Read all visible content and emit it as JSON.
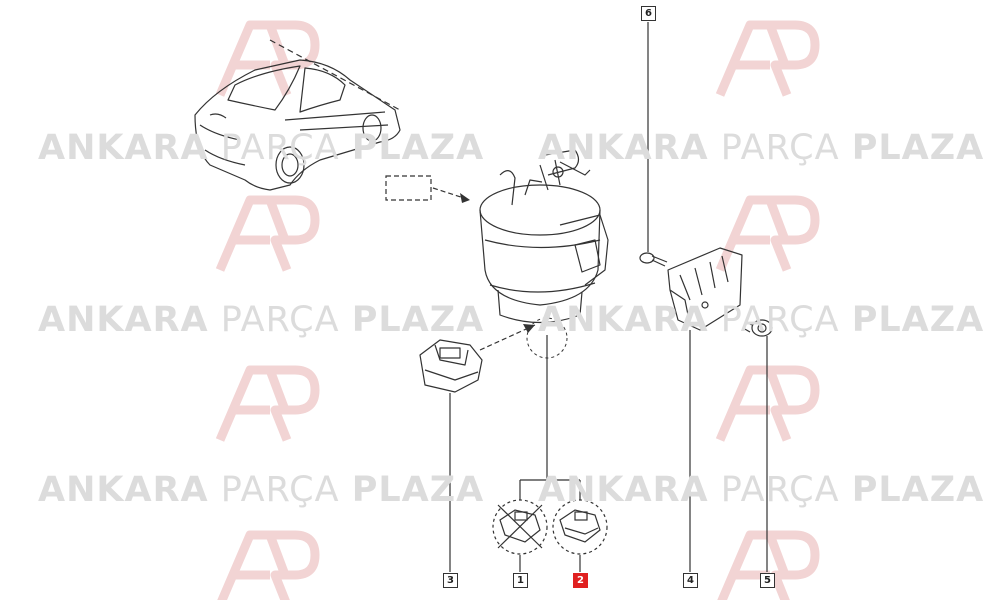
{
  "watermark": {
    "word1": "ANKARA",
    "word2": "PARÇA",
    "word3": "PLAZA",
    "logo_letters": "AP",
    "color": "#dcdcdc",
    "logo_color": "#f2d4d4"
  },
  "callouts": [
    {
      "id": "6",
      "label": "6",
      "highlighted": false
    },
    {
      "id": "3",
      "label": "3",
      "highlighted": false
    },
    {
      "id": "1",
      "label": "1",
      "highlighted": false
    },
    {
      "id": "2",
      "label": "2",
      "highlighted": true
    },
    {
      "id": "4",
      "label": "4",
      "highlighted": false
    },
    {
      "id": "5",
      "label": "5",
      "highlighted": false
    }
  ],
  "highlight_color": "#e02020",
  "line_color": "#333333"
}
